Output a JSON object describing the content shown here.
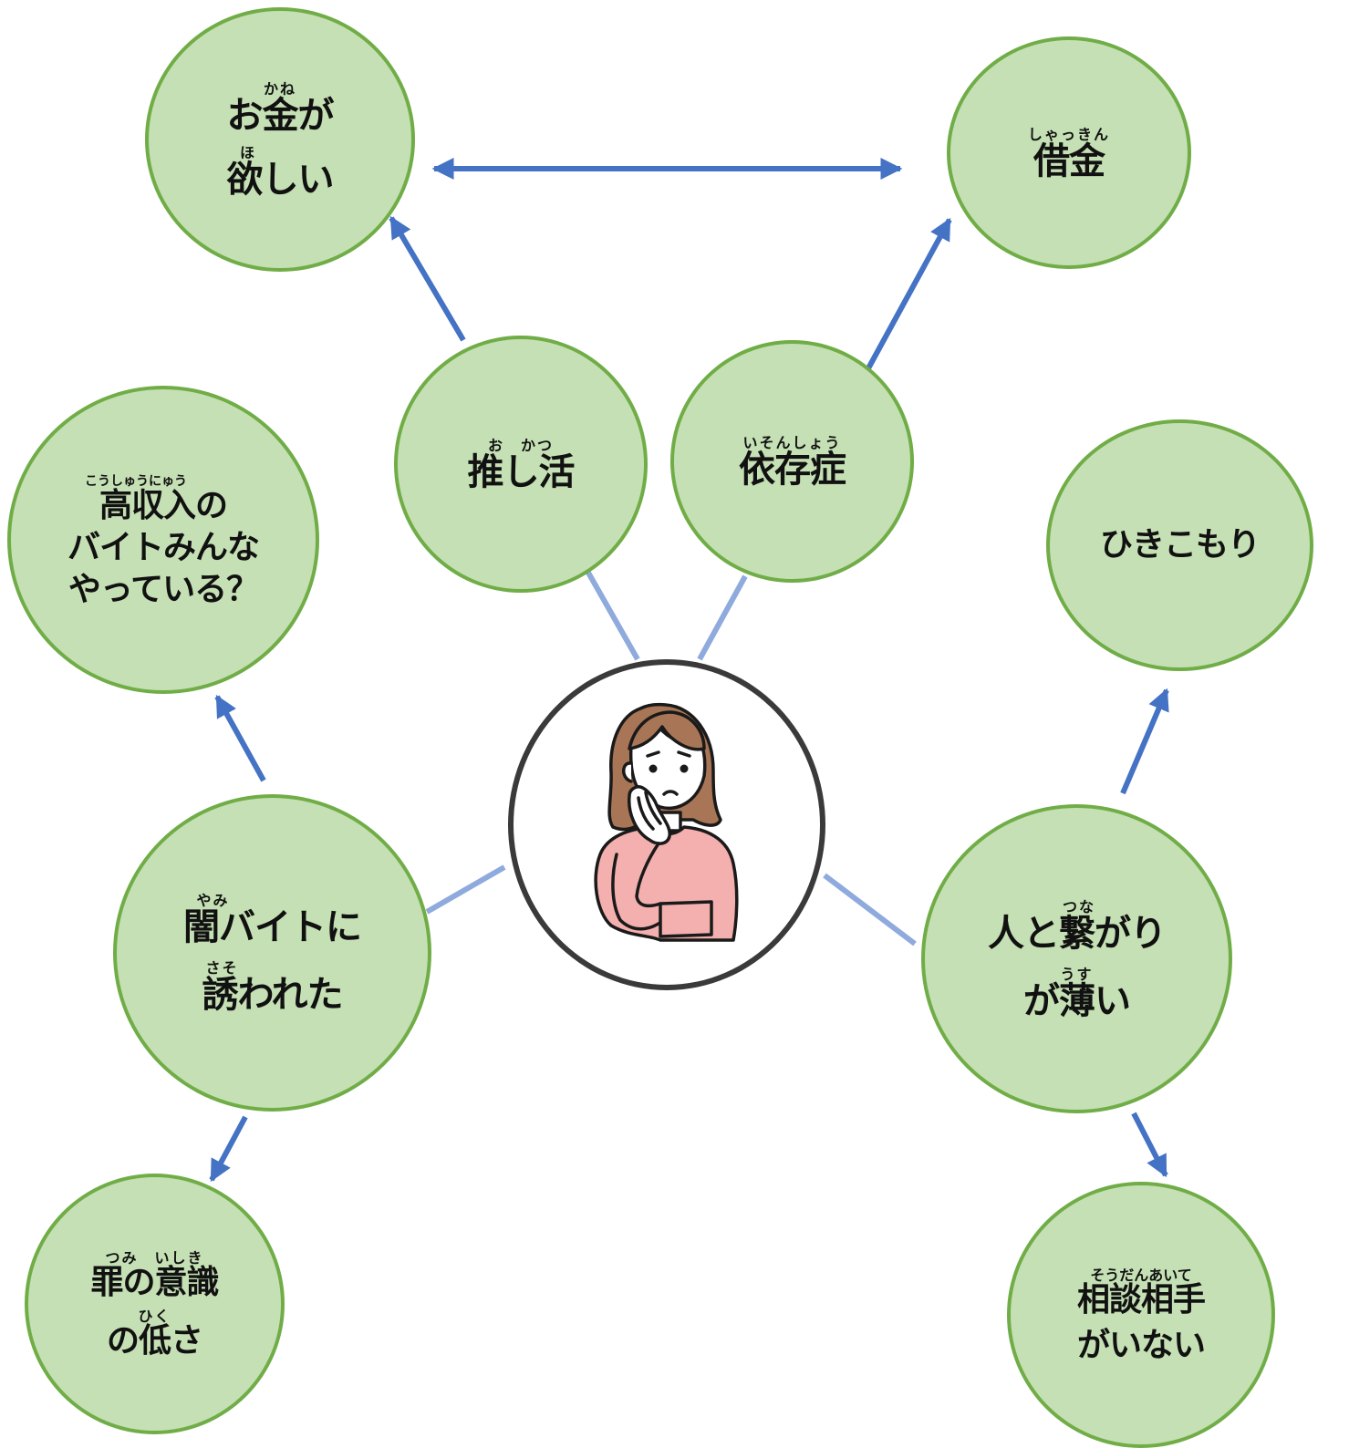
{
  "colors": {
    "node_fill": "#c5e0b4",
    "node_border": "#70ad47",
    "arrow": "#4472c4",
    "connector": "#8faadc",
    "center_border": "#3a3a3a"
  },
  "center": {
    "icon": "worried-woman-icon"
  },
  "nodes": {
    "want_money": {
      "ruby1": "かね",
      "line1": "お金が",
      "ruby2": "ほ",
      "line2": "欲しい"
    },
    "debt": {
      "ruby1": "しゃっきん",
      "line1": "借金"
    },
    "oshikatsu": {
      "ruby1": "お　かつ",
      "line1": "推し活"
    },
    "dependence": {
      "ruby1": "いそんしょう",
      "line1": "依存症"
    },
    "high_income": {
      "ruby1": "こうしゅうにゅう",
      "line1": "高収入の",
      "line2": "バイトみんな",
      "line3": "やっている？"
    },
    "hikikomori": {
      "line1": "ひきこもり"
    },
    "yami_baito": {
      "ruby1": "やみ",
      "line1": "闇バイトに",
      "ruby2": "さそ",
      "line2": "誘われた"
    },
    "weak_ties": {
      "ruby1": "つな",
      "line1": "人と繋がり",
      "ruby2": "うす",
      "line2": "が薄い"
    },
    "low_guilt": {
      "ruby1": "つみ　いしき",
      "line1": "罪の意識",
      "ruby2": "ひく",
      "line2": "の低さ"
    },
    "no_one": {
      "ruby1": "そうだんあいて",
      "line1": "相談相手",
      "line2": "がいない"
    }
  }
}
